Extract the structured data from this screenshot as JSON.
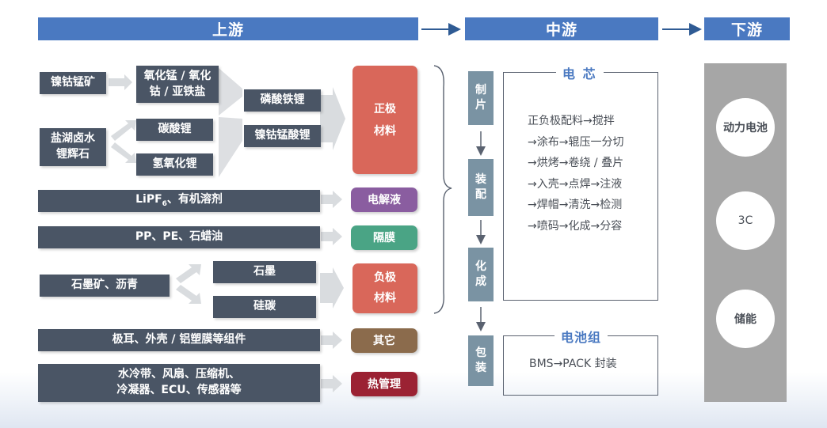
{
  "headers": {
    "upstream": "上游",
    "midstream": "中游",
    "downstream": "下游"
  },
  "raw": {
    "ncm_ore": "镍钴锰矿",
    "oxides_l1": "氧化锰 / 氧化",
    "oxides_l2": "钴 / 亚铁盐",
    "brine_l1": "盐湖卤水",
    "brine_l2": "锂辉石",
    "li_carbonate": "碳酸锂",
    "li_hydroxide": "氢氧化锂",
    "lfp": "磷酸铁锂",
    "ncm": "镍钴锰酸锂",
    "electrolyte_src_a": "LiPF",
    "electrolyte_src_sub": "6",
    "electrolyte_src_b": "、有机溶剂",
    "separator_src": "PP、PE、石蜡油",
    "graphite_ore": "石墨矿、沥青",
    "graphite": "石墨",
    "silicon_carbon": "硅碳",
    "other_src": "极耳、外壳 / 铝塑膜等组件",
    "thermal_src_l1": "水冷带、风扇、压缩机、",
    "thermal_src_l2": "冷凝器、ECU、传感器等"
  },
  "materials": {
    "cathode_l1": "正极",
    "cathode_l2": "材料",
    "electrolyte": "电解液",
    "separator": "隔膜",
    "anode_l1": "负极",
    "anode_l2": "材料",
    "other": "其它",
    "thermal": "热管理"
  },
  "steps": {
    "s1_a": "制",
    "s1_b": "片",
    "s2_a": "装",
    "s2_b": "配",
    "s3_a": "化",
    "s3_b": "成",
    "s4_a": "包",
    "s4_b": "装"
  },
  "cell": {
    "title": "电 芯",
    "lines": [
      "正负极配料→搅拌",
      "→涂布→辊压一分切",
      "→烘烤→卷绕 / 叠片",
      "→入壳→点焊→注液",
      "→焊帽→清洗→检测",
      "→喷码→化成→分容"
    ]
  },
  "pack": {
    "title": "电池组",
    "line": "BMS→PACK 封装"
  },
  "applications": {
    "power": "动力电池",
    "c3": "3C",
    "storage": "储能"
  },
  "colors": {
    "header_blue": "#4a79c1",
    "dark_box": "#4a5565",
    "cathode": "#d9675a",
    "electrolyte": "#8a5da0",
    "separator": "#4aa485",
    "anode": "#d9675a",
    "other": "#8b6b4c",
    "thermal": "#9b2233",
    "step_gray": "#7a93a3",
    "app_gray": "#a6a6a6"
  }
}
